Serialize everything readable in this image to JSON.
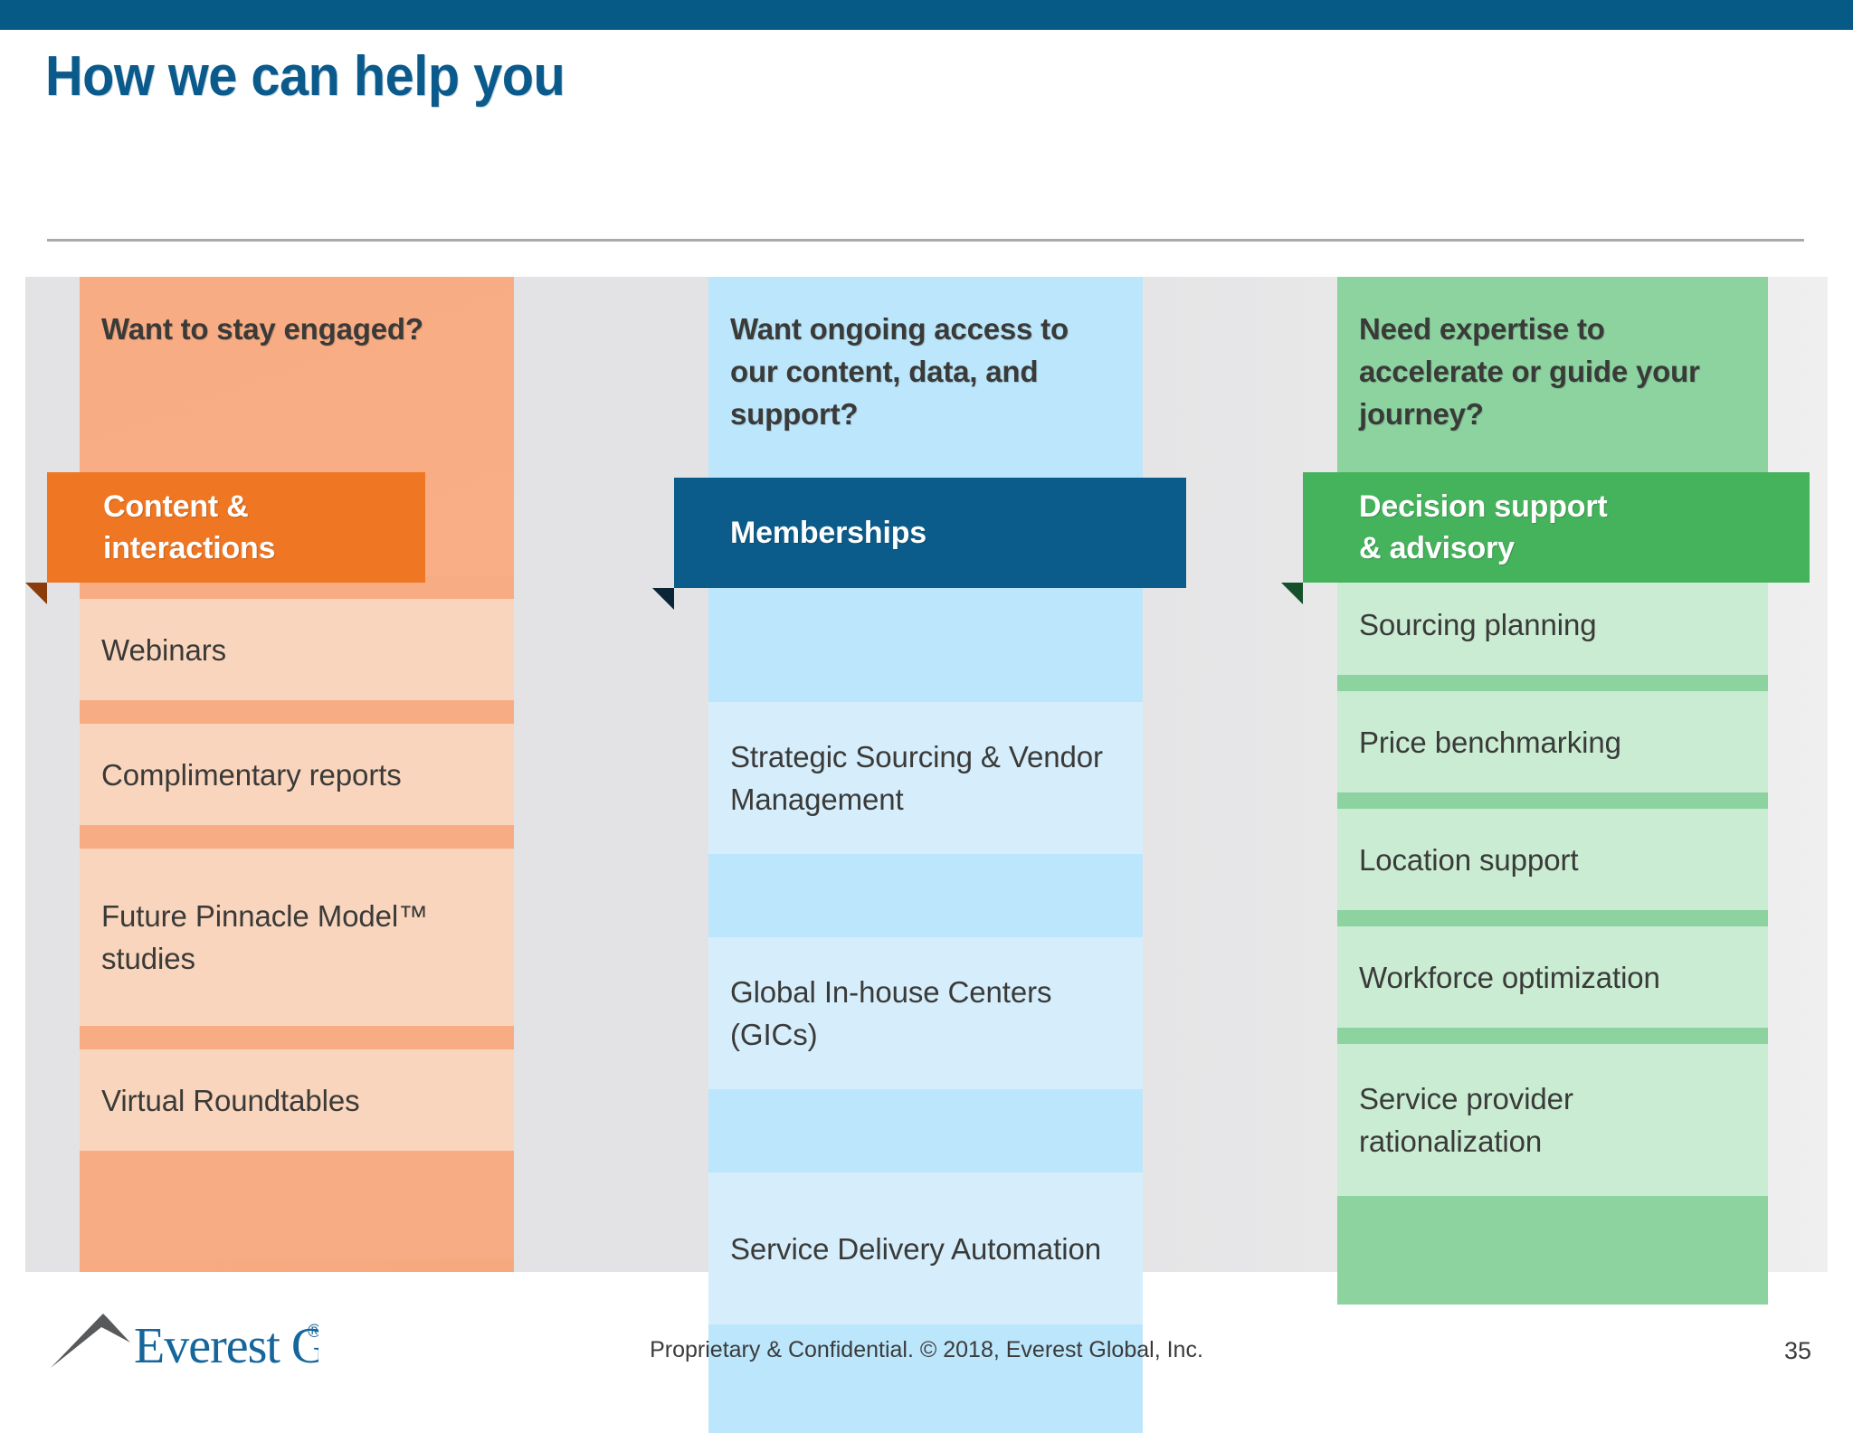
{
  "theme": {
    "topbar_color": "#055a86",
    "title_color": "#0b5a8c",
    "band_color": "#e3e3e5",
    "text_color": "#3a3a38"
  },
  "header": {
    "title": "How we can help you"
  },
  "columns": [
    {
      "id": "content-interactions",
      "question": "Want to stay engaged?",
      "ribbon_label": "Content &\ninteractions",
      "ribbon_color": "#ef7622",
      "panel_color": "#f8ac83",
      "row_color": "#fad5bd",
      "items": [
        "Webinars",
        "Complimentary reports",
        "Future Pinnacle Model™ studies",
        "Virtual Roundtables"
      ]
    },
    {
      "id": "memberships",
      "question": "Want ongoing access to our content, data, and support?",
      "ribbon_label": "Memberships",
      "ribbon_color": "#0b5c8b",
      "panel_color": "#bbe6fb",
      "row_color": "#d6eefc",
      "items": [
        "Strategic Sourcing & Vendor Management",
        "Global In-house Centers (GICs)",
        "Service Delivery Automation"
      ]
    },
    {
      "id": "decision-support-advisory",
      "question": "Need expertise to accelerate or guide your journey?",
      "ribbon_label": "Decision support\n& advisory",
      "ribbon_color": "#45b35c",
      "panel_color": "#8cd3a0",
      "row_color": "#c9ecd3",
      "items": [
        "Sourcing planning",
        "Price benchmarking",
        "Location support",
        "Workforce optimization",
        "Service provider rationalization"
      ]
    }
  ],
  "footer": {
    "logo_text": "Everest Group",
    "logo_mark": "mountain-chevron-icon",
    "registered_mark": "®",
    "copyright": "Proprietary & Confidential. © 2018, Everest Global, Inc.",
    "page_number": "35"
  }
}
